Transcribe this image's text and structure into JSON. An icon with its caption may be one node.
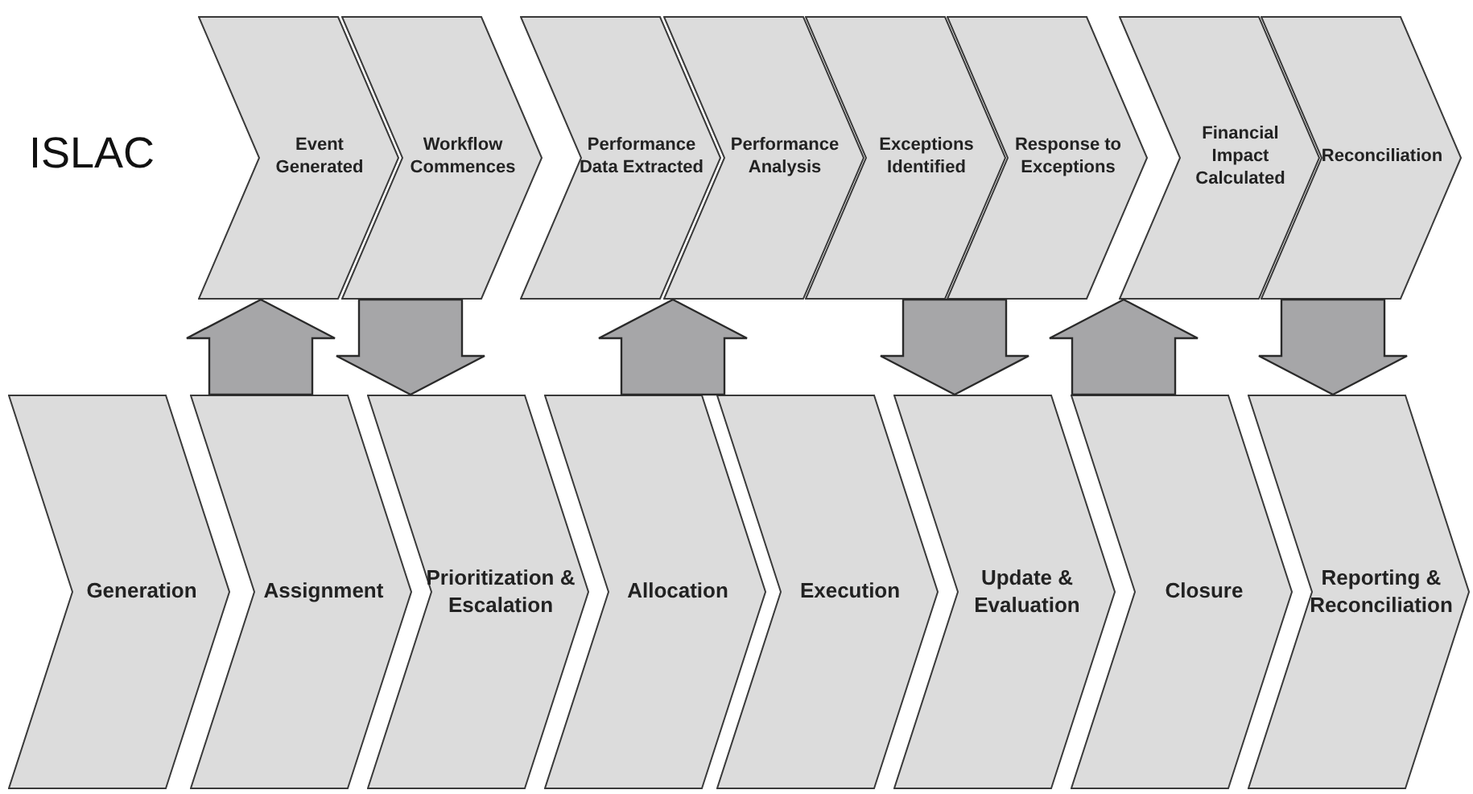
{
  "diagram": {
    "nodes": [
      {
        "text": [
          "Event Generated"
        ]
      },
      {
        "text": [
          "Workflow Commences"
        ]
      },
      {
        "text": [
          "Performance Data Extracted"
        ]
      },
      {
        "text": [
          "Performance Analysis"
        ]
      },
      {
        "text": [
          "Exceptions Identified"
        ]
      },
      {
        "text": [
          "Response to Exceptions"
        ]
      },
      {
        "text": [
          "Financial Impact Calculated"
        ]
      },
      {
        "text": [
          "Reconciliation"
        ]
      },
      {
        "text": [
          "Generation"
        ]
      },
      {
        "text": [
          "Assignment"
        ]
      },
      {
        "text": [
          "Prioritization & Escalation"
        ]
      },
      {
        "text": [
          "Allocation"
        ]
      },
      {
        "text": [
          "Execution"
        ]
      },
      {
        "text": [
          "Update & Evaluation"
        ]
      },
      {
        "text": [
          "Closure"
        ]
      },
      {
        "text": [
          "Reporting & Reconciliation"
        ]
      }
    ],
    "edges": [
      {
        "from": 9,
        "to": 0,
        "arrow": "to",
        "style": "thick"
      },
      {
        "from": 1,
        "to": 10,
        "arrow": "to",
        "style": "thick"
      },
      {
        "from": 11,
        "to": 2,
        "arrow": "to",
        "style": "thick"
      },
      {
        "from": 5,
        "to": 13,
        "arrow": "to",
        "style": "thick"
      },
      {
        "from": 14,
        "to": 6,
        "arrow": "to",
        "style": "thick"
      },
      {
        "from": 7,
        "to": 15,
        "arrow": "to",
        "style": "thick"
      }
    ],
    "labels": [
      "ISLAC"
    ]
  }
}
